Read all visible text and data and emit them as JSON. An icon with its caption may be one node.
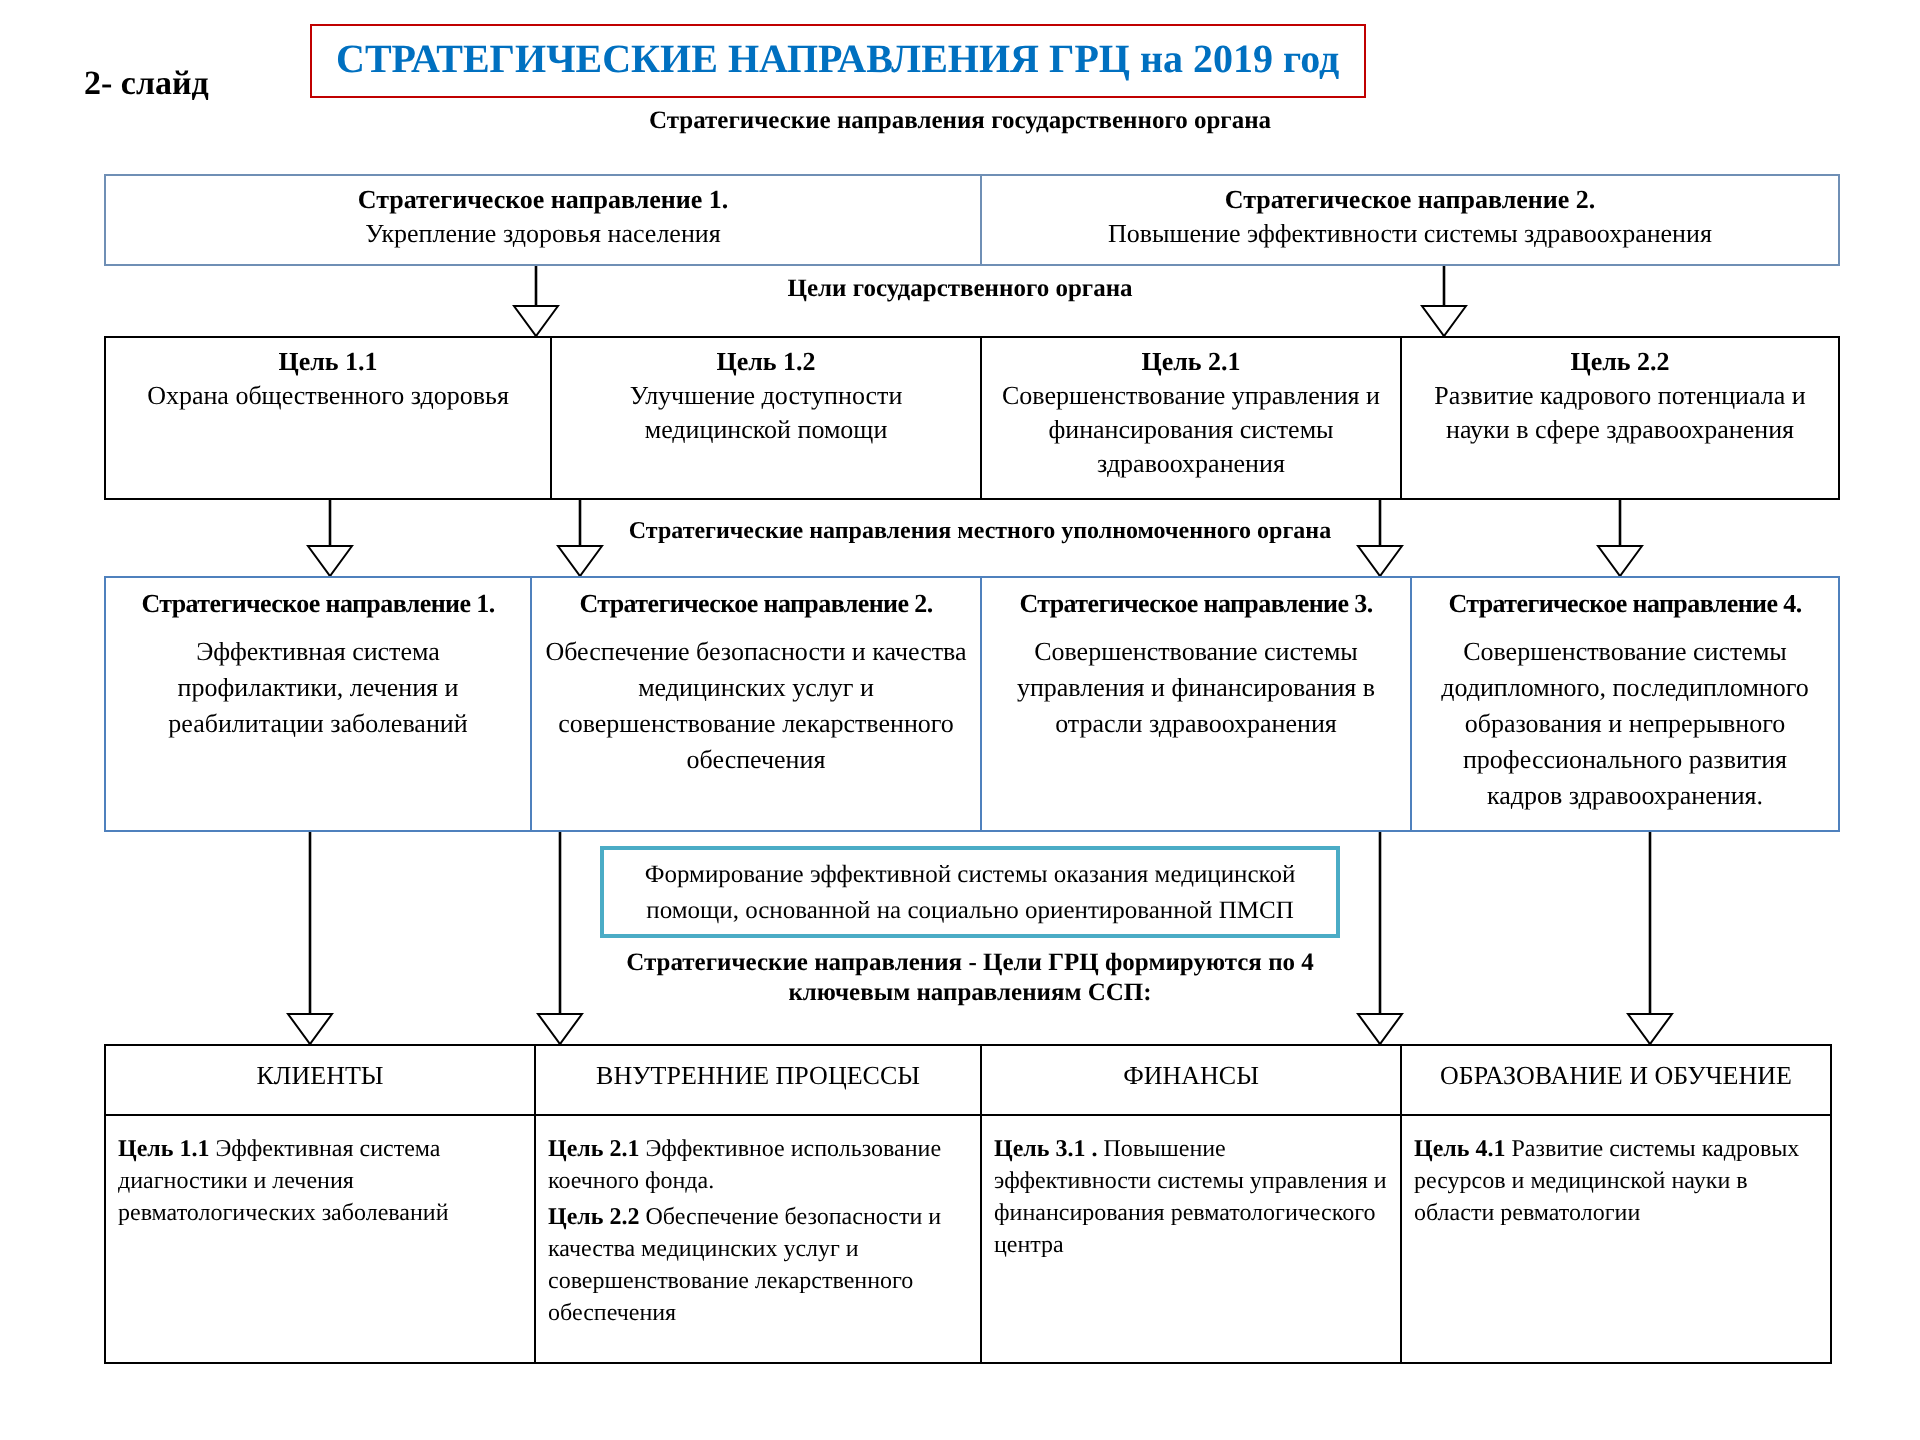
{
  "diagram": {
    "title": "СТРАТЕГИЧЕСКИЕ НАПРАВЛЕНИЯ ГРЦ на 2019 год",
    "nodes": [
      {
        "text": [
          "Стратегическое направление 1.",
          "Укрепление здоровья населения"
        ]
      },
      {
        "text": [
          "Стратегическое направление 2.",
          "Повышение эффективности системы здравоохранения"
        ]
      },
      {
        "text": [
          "Цель 1.1",
          "Охрана общественного здоровья"
        ]
      },
      {
        "text": [
          "Цель 1.2",
          "Улучшение доступности медицинской помощи"
        ]
      },
      {
        "text": [
          "Цель 2.1",
          "Совершенствование управления и финансирования системы здравоохранения"
        ]
      },
      {
        "text": [
          "Цель 2.2",
          "Развитие кадрового потенциала и науки в сфере здравоохранения"
        ]
      },
      {
        "text": [
          "Стратегическое направление 1.",
          "Эффективная система профилактики, лечения и реабилитации заболеваний"
        ]
      },
      {
        "text": [
          "Стратегическое направление 2.",
          "Обеспечение безопасности и качества медицинских услуг и совершенствование лекарственного обеспечения"
        ]
      },
      {
        "text": [
          "Стратегическое направление 3.",
          "Совершенствование системы управления и финансирования в отрасли здравоохранения"
        ]
      },
      {
        "text": [
          "Стратегическое направление 4.",
          "Совершенствование системы додипломного, последипломного образования и непрерывного профессионального развития кадров здравоохранения."
        ]
      },
      {
        "text": [
          "Формирование эффективной системы оказания медицинской помощи, основанной на социально ориентированной ПМСП"
        ]
      },
      {
        "text": [
          "КЛИЕНТЫ",
          "**Цель 1.1** Эффективная система диагностики и лечения ревматологических заболеваний"
        ]
      },
      {
        "text": [
          "ВНУТРЕННИЕ ПРОЦЕССЫ",
          "**Цель 2.1** Эффективное использование коечного фонда.",
          "**Цель 2.2** Обеспечение безопасности и качества медицинских услуг и совершенствование лекарственного обеспечения"
        ]
      },
      {
        "text": [
          "ФИНАНСЫ",
          "**Цель 3.1 .** Повышение эффективности системы управления и финансирования ревматологического центра"
        ]
      },
      {
        "text": [
          "ОБРАЗОВАНИЕ И ОБУЧЕНИЕ",
          "**Цель 4.1** Развитие системы кадровых ресурсов и медицинской науки в области ревматологии"
        ]
      }
    ],
    "edges": [
      {
        "from": 0,
        "to": 2,
        "arrow": "to"
      },
      {
        "from": 1,
        "to": 5,
        "arrow": "to"
      },
      {
        "from": 2,
        "to": 6,
        "arrow": "to"
      },
      {
        "from": 3,
        "to": 7,
        "arrow": "to"
      },
      {
        "from": 4,
        "to": 8,
        "arrow": "to"
      },
      {
        "from": 5,
        "to": 9,
        "arrow": "to"
      },
      {
        "from": 6,
        "to": 11,
        "arrow": "to"
      },
      {
        "from": 7,
        "to": 12,
        "arrow": "to"
      },
      {
        "from": 8,
        "to": 13,
        "arrow": "to"
      },
      {
        "from": 9,
        "to": 14,
        "arrow": "to"
      }
    ],
    "labels": [
      "2- слайд",
      "Стратегические направления государственного органа",
      "Цели государственного органа",
      "Стратегические направления местного уполномоченного органа",
      "Стратегические направления - Цели ГРЦ формируются по 4 ключевым направлениям ССП:"
    ]
  }
}
